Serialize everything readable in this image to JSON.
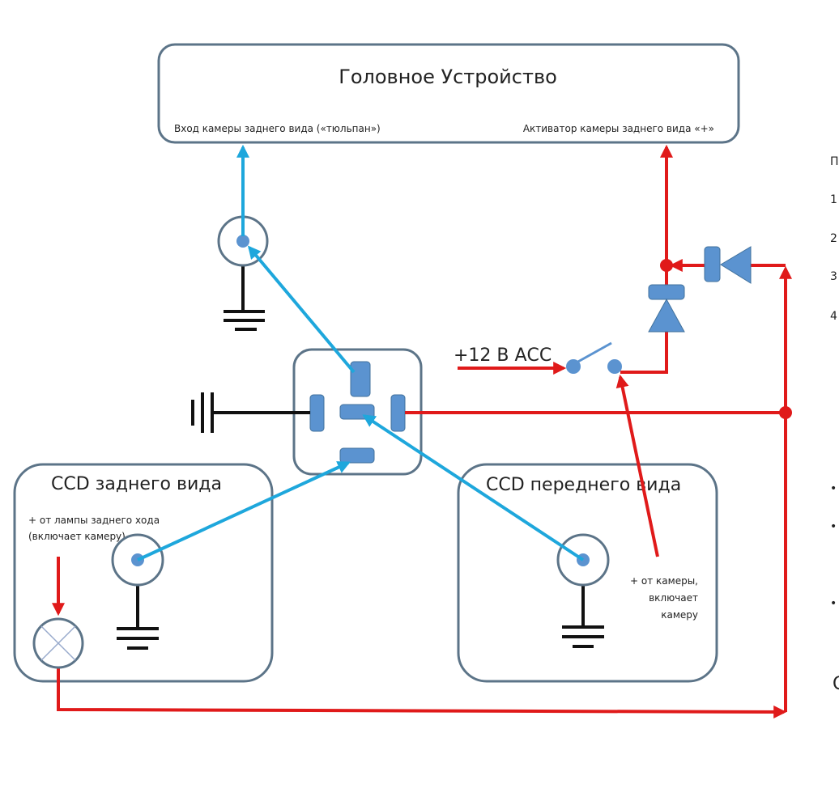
{
  "head_unit": {
    "title": "Головное Устройство",
    "input_label": "Вход камеры заднего вида («тюльпан»)",
    "activator_label": "Активатор камеры заднего вида «+»"
  },
  "power": {
    "label": "+12 В АСС"
  },
  "rear_camera": {
    "title": "CCD заднего вида",
    "note_line1": "+ от лампы заднего хода",
    "note_line2": "(включает камеру)"
  },
  "front_camera": {
    "title": "CCD переднего вида",
    "note_line1": "+ от камеры,",
    "note_line2": "включает",
    "note_line3": "камеру"
  },
  "side_text": {
    "items": [
      "П",
      "1",
      "2",
      "3",
      "4",
      "•",
      "•",
      "•",
      "С"
    ]
  },
  "colors": {
    "video_wire": "#1ea7dc",
    "power_wire": "#e01a1a",
    "ground_wire": "#111111",
    "component_fill": "#5b93d0",
    "box_stroke": "#5c7488"
  }
}
